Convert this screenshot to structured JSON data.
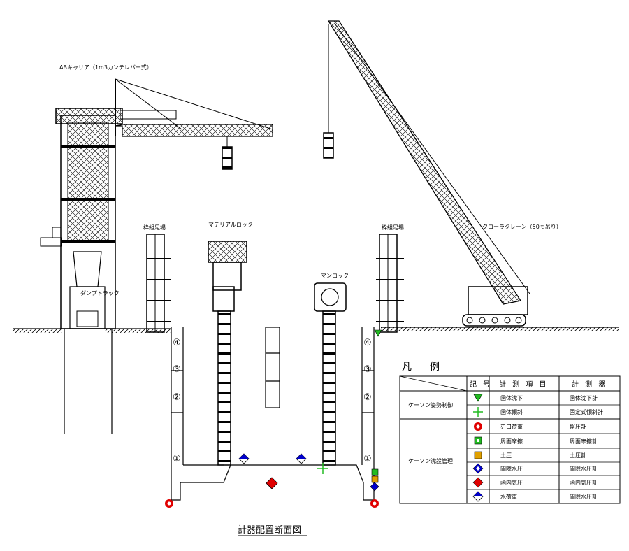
{
  "labels": {
    "ab_carrier": "ABキャリア（1m3カンチレバー式）",
    "dump_truck": "ダンプトラック",
    "scaffold_left": "枠組足場",
    "scaffold_right": "枠組足場",
    "material_lock": "マテリアルロック",
    "man_lock": "マンロック",
    "crawler_crane": "クローラクレーン（50ｔ吊り）"
  },
  "ring_numbers": [
    "①",
    "②",
    "③",
    "④"
  ],
  "caption": "計器配置断面図",
  "legend": {
    "title": "凡　例",
    "headers": {
      "symbol": "記 号",
      "item": "計 測 項 目",
      "instrument": "計 測 器"
    },
    "groups": [
      {
        "name": "ケーソン姿勢制御",
        "rows": [
          {
            "icon": "green-triangle-icon",
            "item": "函体沈下",
            "instrument": "函体沈下計"
          },
          {
            "icon": "green-arrows-icon",
            "item": "函体傾斜",
            "instrument": "固定式傾斜計"
          }
        ]
      },
      {
        "name": "ケーソン沈設管理",
        "rows": [
          {
            "icon": "red-ring-icon",
            "item": "刃口荷重",
            "instrument": "盤圧計"
          },
          {
            "icon": "green-square-icon",
            "item": "周面摩擦",
            "instrument": "周面摩擦計"
          },
          {
            "icon": "orange-square-icon",
            "item": "土圧",
            "instrument": "土圧計"
          },
          {
            "icon": "blue-diamond-icon",
            "item": "間隙水圧",
            "instrument": "間隙水圧計"
          },
          {
            "icon": "red-diamond-icon",
            "item": "函内気圧",
            "instrument": "函内気圧計"
          },
          {
            "icon": "blue-white-diamond-icon",
            "item": "水荷重",
            "instrument": "間隙水圧計"
          }
        ]
      }
    ]
  },
  "colors": {
    "green": "#22bb22",
    "red": "#e00000",
    "blue": "#0000cc",
    "orange": "#e0a000"
  }
}
